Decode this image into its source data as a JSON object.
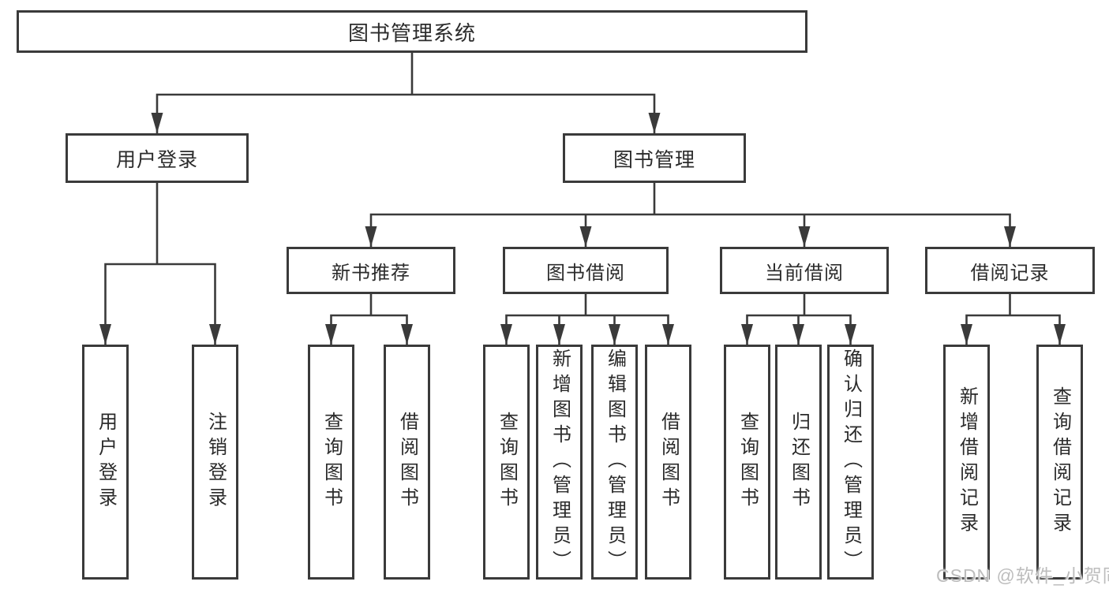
{
  "diagram": {
    "root": {
      "label": "图书管理系统"
    },
    "level2": [
      {
        "label": "用户登录",
        "leaves": [
          {
            "label": "用户登录"
          },
          {
            "label": "注销登录"
          }
        ]
      },
      {
        "label": "图书管理",
        "groups": [
          {
            "label": "新书推荐",
            "leaves": [
              {
                "label": "查询图书"
              },
              {
                "label": "借阅图书"
              }
            ]
          },
          {
            "label": "图书借阅",
            "leaves": [
              {
                "label": "查询图书"
              },
              {
                "label": "新增图书（管理员）"
              },
              {
                "label": "编辑图书（管理员）"
              },
              {
                "label": "借阅图书"
              }
            ]
          },
          {
            "label": "当前借阅",
            "leaves": [
              {
                "label": "查询图书"
              },
              {
                "label": "归还图书"
              },
              {
                "label": "确认归还（管理员）"
              }
            ]
          },
          {
            "label": "借阅记录",
            "leaves": [
              {
                "label": "新增借阅记录"
              },
              {
                "label": "查询借阅记录"
              }
            ]
          }
        ]
      }
    ]
  },
  "watermark": {
    "text": "CSDN @软件_小贺同学"
  },
  "colors": {
    "line": "#3a3a3a",
    "text": "#2b2b2b",
    "watermark": "#bdbdbd",
    "background": "#ffffff"
  }
}
